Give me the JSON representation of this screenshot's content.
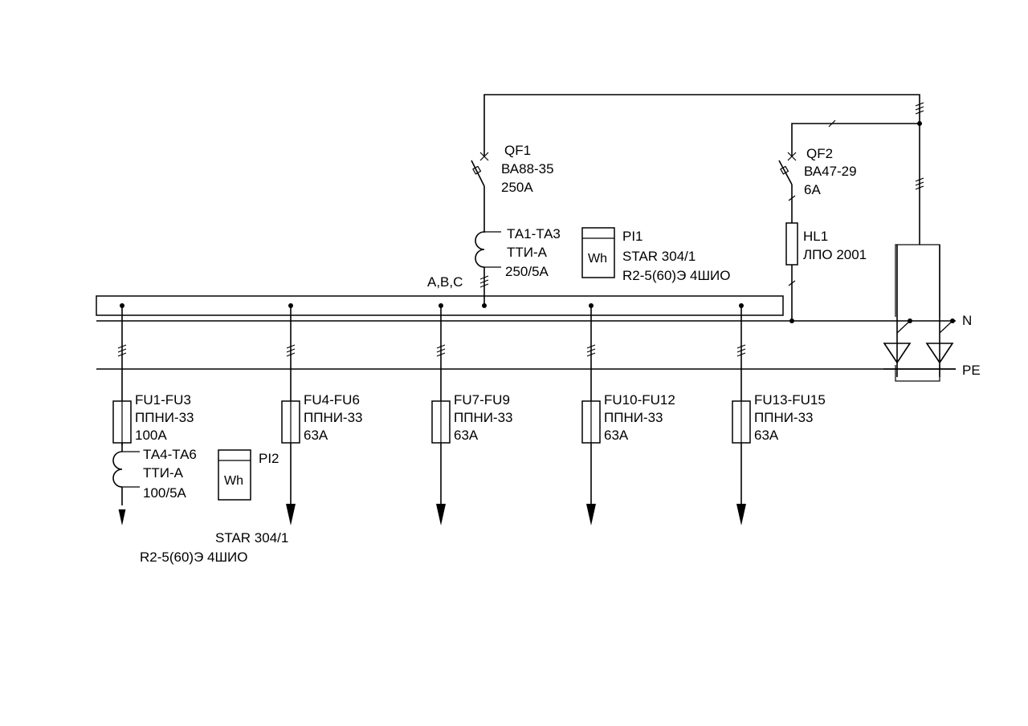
{
  "busbar": {
    "label": "A,B,C"
  },
  "lines": {
    "neutral": "N",
    "earth": "PE"
  },
  "qf1": {
    "name": "QF1",
    "model": "ВА88-35",
    "rating": "250А"
  },
  "qf2": {
    "name": "QF2",
    "model": "ВА47-29",
    "rating": "6А"
  },
  "ta_main": {
    "name": "ТА1-ТА3",
    "model": "ТТИ-А",
    "ratio": "250/5А"
  },
  "pi1": {
    "name": "PI1",
    "symbol": "Wh",
    "model": "STAR 304/1",
    "spec": "R2-5(60)Э 4ШИО"
  },
  "hl1": {
    "name": "HL1",
    "model": "ЛПО 2001"
  },
  "feeders": [
    {
      "name": "FU1-FU3",
      "model": "ППНИ-33",
      "rating": "100А"
    },
    {
      "name": "FU4-FU6",
      "model": "ППНИ-33",
      "rating": "63А"
    },
    {
      "name": "FU7-FU9",
      "model": "ППНИ-33",
      "rating": "63А"
    },
    {
      "name": "FU10-FU12",
      "model": "ППНИ-33",
      "rating": "63А"
    },
    {
      "name": "FU13-FU15",
      "model": "ППНИ-33",
      "rating": "63А"
    }
  ],
  "ta_feeder": {
    "name": "ТА4-ТА6",
    "model": "ТТИ-А",
    "ratio": "100/5А"
  },
  "pi2": {
    "name": "PI2",
    "symbol": "Wh",
    "model": "STAR 304/1",
    "spec": "R2-5(60)Э 4ШИО"
  }
}
